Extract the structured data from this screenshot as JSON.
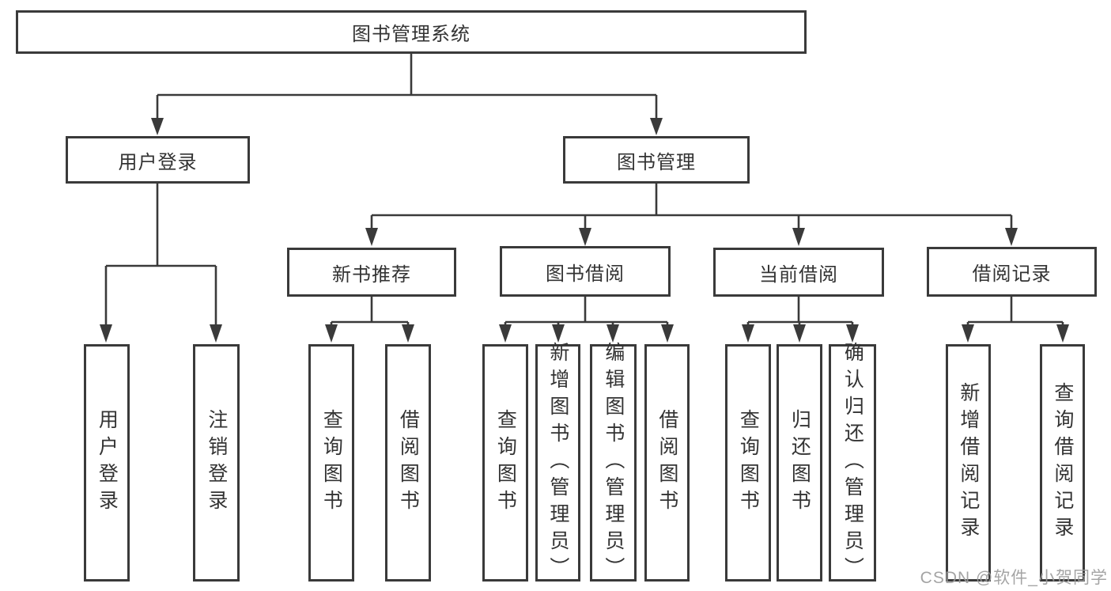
{
  "tree": {
    "root": {
      "label": "图书管理系统"
    },
    "children": [
      {
        "label": "用户登录",
        "children": [
          {
            "label": "用户登录"
          },
          {
            "label": "注销登录"
          }
        ]
      },
      {
        "label": "图书管理",
        "children": [
          {
            "label": "新书推荐",
            "children": [
              {
                "label": "查询图书"
              },
              {
                "label": "借阅图书"
              }
            ]
          },
          {
            "label": "图书借阅",
            "children": [
              {
                "label": "查询图书"
              },
              {
                "label": "新增图书（管理员）"
              },
              {
                "label": "编辑图书（管理员）"
              },
              {
                "label": "借阅图书"
              }
            ]
          },
          {
            "label": "当前借阅",
            "children": [
              {
                "label": "查询图书"
              },
              {
                "label": "归还图书"
              },
              {
                "label": "确认归还（管理员）"
              }
            ]
          },
          {
            "label": "借阅记录",
            "children": [
              {
                "label": "新增借阅记录"
              },
              {
                "label": "查询借阅记录"
              }
            ]
          }
        ]
      }
    ]
  },
  "watermark": "CSDN @软件_小贺同学",
  "colors": {
    "line": "#3a3a3a",
    "text": "#333333",
    "watermark": "#9b9b9b",
    "background": "#ffffff"
  }
}
